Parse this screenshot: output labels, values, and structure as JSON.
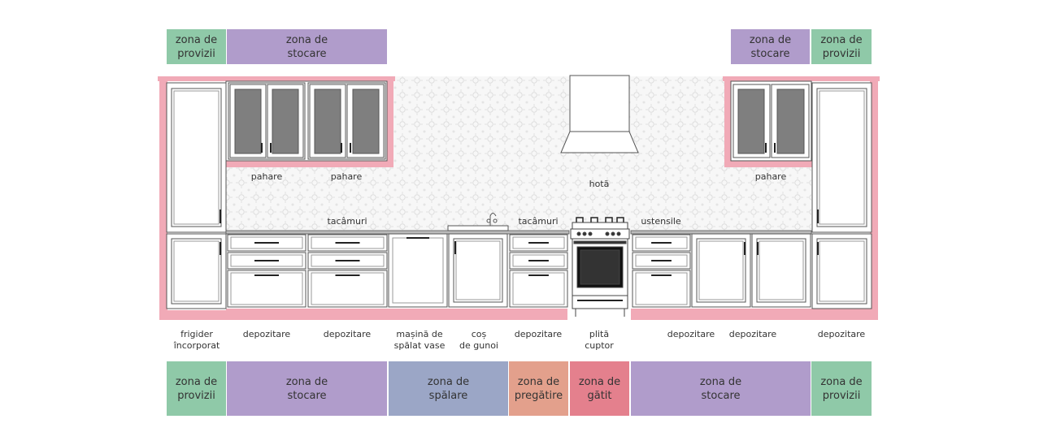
{
  "colors": {
    "provizii": "#8fc9a8",
    "stocare": "#b09ccb",
    "spalare": "#9ba6c6",
    "pregatire": "#e3a08c",
    "gatit": "#e4808d",
    "pink": "#f1aab7",
    "cabinet_line": "#555555",
    "glass": "#7f7f7f"
  },
  "top_zones": [
    {
      "text": "zona de\nprovizii",
      "color_key": "provizii"
    },
    {
      "text": "zona de\nstocare",
      "color_key": "stocare"
    },
    {
      "text": "zona de\nstocare",
      "color_key": "stocare"
    },
    {
      "text": "zona de\nprovizii",
      "color_key": "provizii"
    }
  ],
  "bottom_zones": [
    {
      "text": "zona de\nprovizii",
      "color_key": "provizii"
    },
    {
      "text": "zona de\nstocare",
      "color_key": "stocare"
    },
    {
      "text": "zona de\nspălare",
      "color_key": "spalare"
    },
    {
      "text": "zona de\npregătire",
      "color_key": "pregatire"
    },
    {
      "text": "zona de\ngătit",
      "color_key": "gatit"
    },
    {
      "text": "zona de\nstocare",
      "color_key": "stocare"
    },
    {
      "text": "zona de\nprovizii",
      "color_key": "provizii"
    }
  ],
  "wall_labels": {
    "pahare_1": "pahare",
    "pahare_2": "pahare",
    "pahare_3": "pahare",
    "hota": "hotă",
    "tacamuri_1": "tacâmuri",
    "tacamuri_2": "tacâmuri",
    "ustensile": "ustensile"
  },
  "bottom_labels": [
    "frigider\nîncorporat",
    "depozitare",
    "depozitare",
    "mașină de\nspălat vase",
    "coș\nde gunoi",
    "depozitare",
    "plită\ncuptor",
    "depozitare",
    "depozitare",
    "depozitare"
  ]
}
